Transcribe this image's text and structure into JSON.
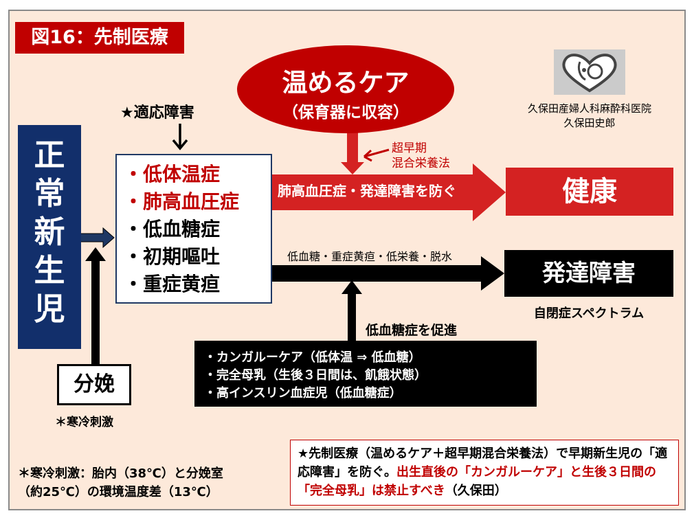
{
  "title": "図16：先制医療",
  "warm_care": {
    "title": "温めるケア",
    "subtitle": "（保育器に収容）"
  },
  "clinic": {
    "name": "久保田産婦人科麻酔科医院",
    "person": "久保田史郎"
  },
  "adaptation_label": "★適応障害",
  "newborn_chars": [
    "正",
    "常",
    "新",
    "生",
    "児"
  ],
  "disorders": [
    {
      "text": "・低体温症",
      "color": "#c00000"
    },
    {
      "text": "・肺高血圧症",
      "color": "#c00000"
    },
    {
      "text": "・低血糖症",
      "color": "#000000"
    },
    {
      "text": "・初期嘔吐",
      "color": "#000000"
    },
    {
      "text": "・重症黄疸",
      "color": "#000000"
    }
  ],
  "supplement": {
    "line1": "超早期",
    "line2": "混合栄養法"
  },
  "red_arrow_label": "肺高血圧症・発達障害を防ぐ",
  "health": "健康",
  "black_arrow_label": "低血糖・重症黄疸・低栄養・脱水",
  "developmental_disorder": "発達障害",
  "autism": "自閉症スペクトラム",
  "promote_label": "低血糖症を促進",
  "kangaroo_items": [
    "・カンガルーケア（低体温 ⇒ 低血糖）",
    "・完全母乳（生後３日間は、飢餓状態）",
    "・高インスリン血症児（低血糖症）"
  ],
  "delivery": "分娩",
  "cold_stimulus": "＊寒冷刺激",
  "footnote": {
    "line1": "＊寒冷刺激：胎内（38℃）と分娩室",
    "line2": "（約25℃）の環境温度差（13℃）"
  },
  "note": {
    "part1": "★先制医療（温めるケア＋超早期混合栄養法）で早期新生児の「適応障害」を防ぐ。",
    "part2": "出生直後の「カンガルーケア」と生後３日間の「完全母乳」は禁止すべき",
    "part3": "（久保田）"
  },
  "colors": {
    "red": "#c00000",
    "navy": "#122f6b",
    "background": "#fde9da"
  }
}
